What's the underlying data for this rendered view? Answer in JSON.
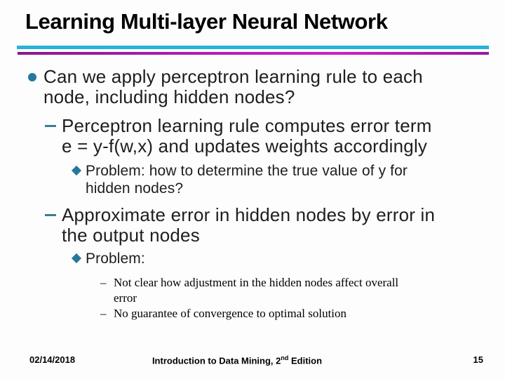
{
  "slide": {
    "title": "Learning Multi-layer Neural Network",
    "colors": {
      "rule_cyan": "#26b3d7",
      "rule_magenta_start": "#8c188c",
      "rule_magenta_mid": "#cb1fcb",
      "rule_magenta_end": "#9a189f",
      "bullet_teal": "#26789b",
      "text": "#1e1e1e"
    },
    "items": [
      {
        "level": 1,
        "marker": "circle-bullet",
        "lines": [
          "Can we apply perceptron learning rule to each",
          "node, including hidden nodes?"
        ]
      },
      {
        "level": 2,
        "marker": "dash-bullet",
        "lines": [
          "Perceptron learning rule computes error term",
          "e = y-f(w,x) and updates weights accordingly"
        ]
      },
      {
        "level": 3,
        "marker": "diamond-bullet",
        "lines": [
          "Problem: how to determine the true value of y for",
          "hidden nodes?"
        ]
      },
      {
        "level": 2,
        "marker": "dash-bullet",
        "lines": [
          "Approximate error in hidden nodes by error in",
          "the output nodes"
        ]
      },
      {
        "level": 3,
        "marker": "diamond-bullet",
        "lines": [
          "Problem:"
        ]
      },
      {
        "level": 4,
        "marker": "serif-dash-bullet",
        "marker_glyph": "–",
        "lines": [
          "Not clear how adjustment in the hidden nodes affect overall",
          "error"
        ]
      },
      {
        "level": 4,
        "marker": "serif-dash-bullet",
        "marker_glyph": "–",
        "lines": [
          "No guarantee of convergence to optimal solution"
        ]
      }
    ],
    "footer": {
      "date": "02/14/2018",
      "center_text": "Introduction to Data Mining, 2",
      "center_superscript": "nd",
      "center_tail": " Edition",
      "page_number": "15"
    }
  }
}
